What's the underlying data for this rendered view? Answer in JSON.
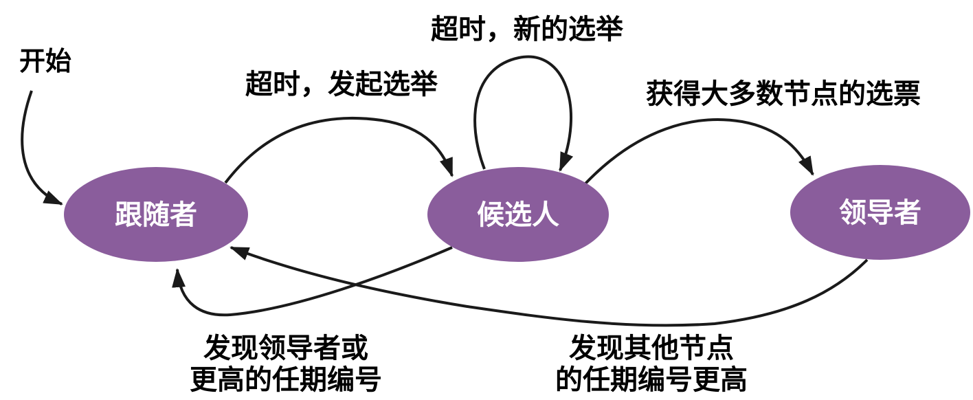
{
  "diagram": {
    "description": "Raft state transition diagram",
    "background_color": "#ffffff",
    "node_fill": "#8a5d9c",
    "node_text_color": "#ffffff",
    "edge_color": "#1a1a1a",
    "label_color": "#000000",
    "nodes": [
      {
        "id": "follower",
        "label": "跟随者"
      },
      {
        "id": "candidate",
        "label": "候选人"
      },
      {
        "id": "leader",
        "label": "领导者"
      }
    ],
    "edges": {
      "start": {
        "from": "(entry)",
        "to": "follower",
        "label": "开始"
      },
      "follower_to_candidate": {
        "from": "follower",
        "to": "candidate",
        "label": "超时，发起选举"
      },
      "candidate_self_loop": {
        "from": "candidate",
        "to": "candidate",
        "label": "超时，新的选举"
      },
      "candidate_to_leader": {
        "from": "candidate",
        "to": "leader",
        "label": "获得大多数节点的选票"
      },
      "candidate_to_follower": {
        "from": "candidate",
        "to": "follower",
        "label_line1": "发现领导者或",
        "label_line2": "更高的任期编号"
      },
      "leader_to_follower": {
        "from": "leader",
        "to": "follower",
        "label_line1": "发现其他节点",
        "label_line2": "的任期编号更高"
      }
    }
  }
}
